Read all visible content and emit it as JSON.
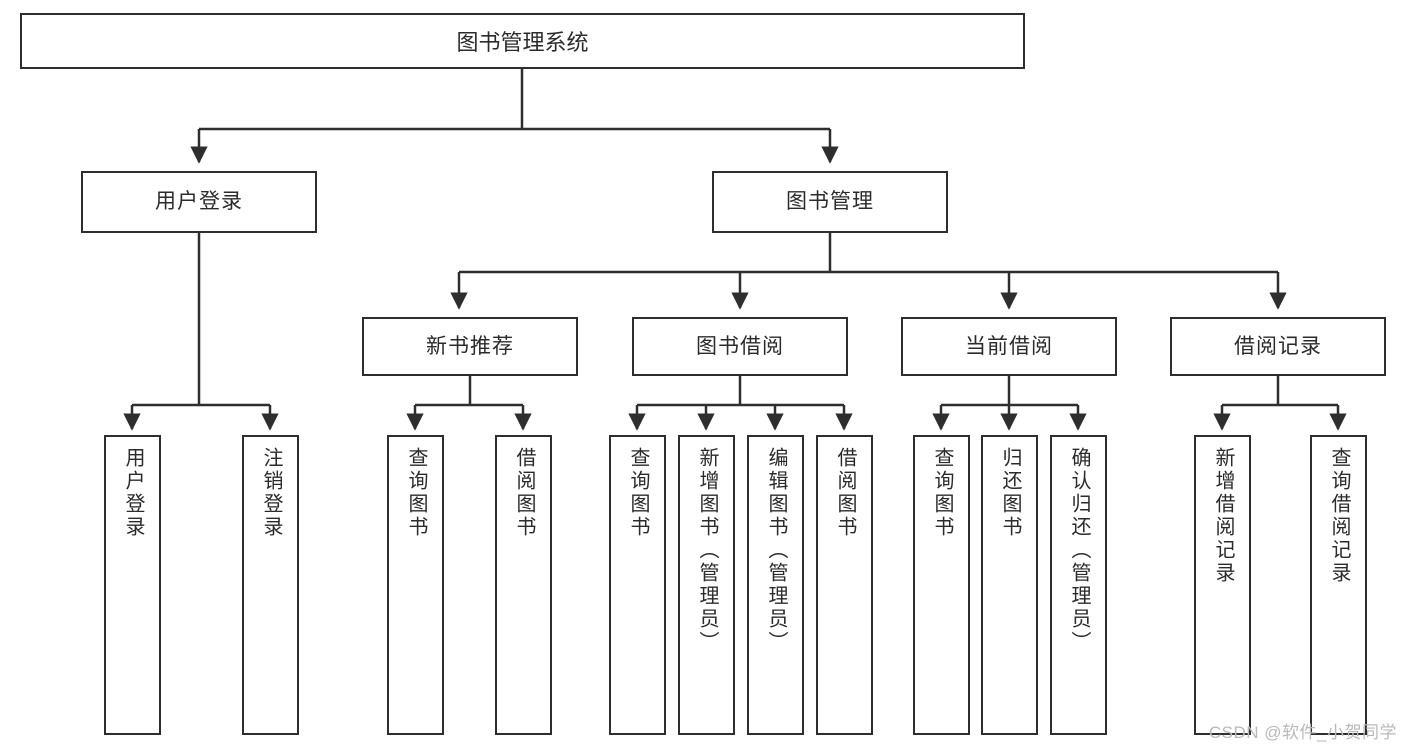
{
  "diagram": {
    "title": "图书管理系统",
    "watermark": "CSDN @软件_小贺同学",
    "colors": {
      "box_border": "#2e2e2e",
      "box_fill": "#ffffff",
      "text": "#2b2b2b",
      "connector": "#2e2e2e",
      "watermark": "#b9b9b9",
      "background": "#ffffff"
    },
    "levels": {
      "root": "图书管理系统",
      "level2": [
        "用户登录",
        "图书管理"
      ],
      "level3": [
        "新书推荐",
        "图书借阅",
        "当前借阅",
        "借阅记录"
      ]
    },
    "nodes": {
      "root": {
        "label": "图书管理系统"
      },
      "user_login": {
        "label": "用户登录"
      },
      "book_manage": {
        "label": "图书管理"
      },
      "new_book_rec": {
        "label": "新书推荐"
      },
      "book_borrow": {
        "label": "图书借阅"
      },
      "current_borrow": {
        "label": "当前借阅"
      },
      "borrow_record": {
        "label": "借阅记录"
      },
      "leaf_user_login": {
        "label": "用户登录"
      },
      "leaf_user_logout": {
        "label": "注销登录"
      },
      "leaf_rec_query": {
        "label": "查询图书"
      },
      "leaf_rec_borrow": {
        "label": "借阅图书"
      },
      "leaf_borrow_query": {
        "label": "查询图书"
      },
      "leaf_borrow_add": {
        "label": "新增图书（管理员）"
      },
      "leaf_borrow_edit": {
        "label": "编辑图书（管理员）"
      },
      "leaf_borrow_do": {
        "label": "借阅图书"
      },
      "leaf_cur_query": {
        "label": "查询图书"
      },
      "leaf_cur_return": {
        "label": "归还图书"
      },
      "leaf_cur_confirm": {
        "label": "确认归还（管理员）"
      },
      "leaf_rec_add": {
        "label": "新增借阅记录"
      },
      "leaf_rec_search": {
        "label": "查询借阅记录"
      }
    }
  }
}
